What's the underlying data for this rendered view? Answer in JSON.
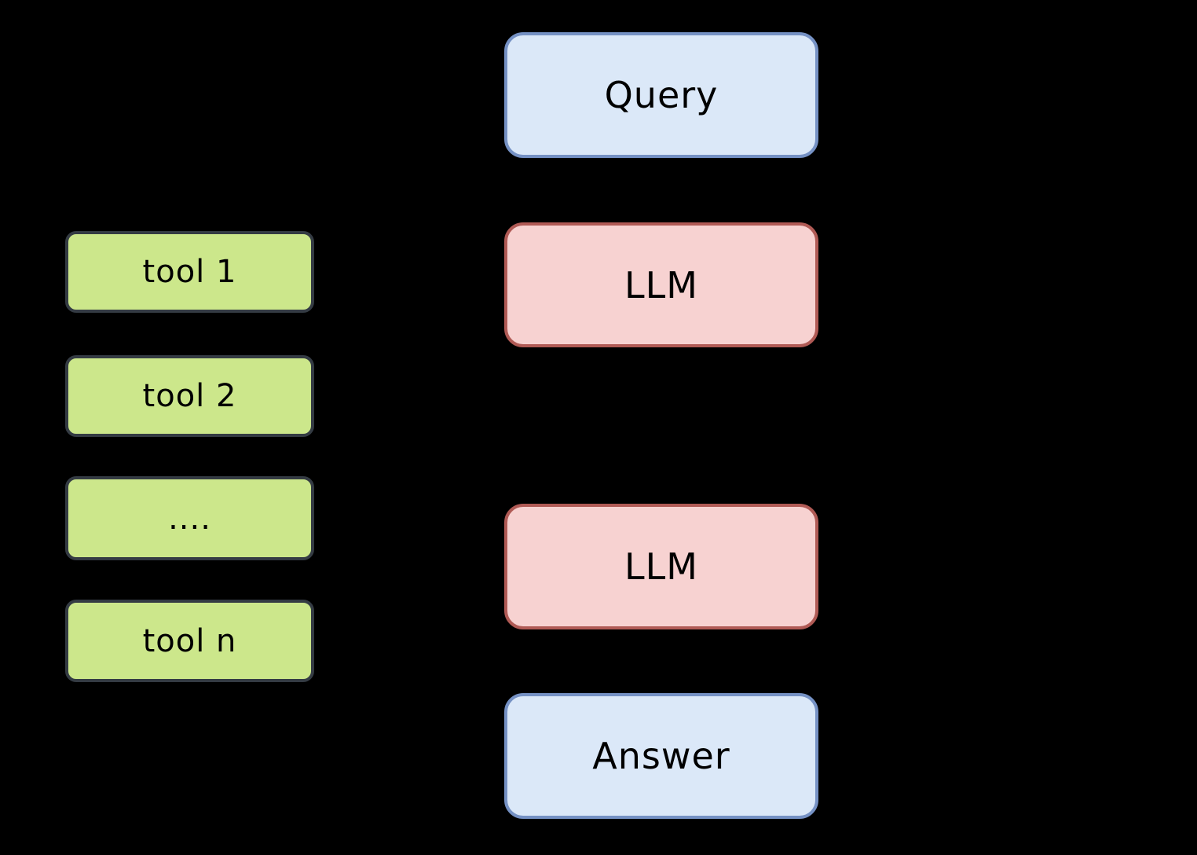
{
  "canvas": {
    "background": "#000000"
  },
  "colors": {
    "io_fill": "#dbe8f8",
    "io_border": "#7591c4",
    "llm_fill": "#f7d2d1",
    "llm_border": "#b05a55",
    "tool_fill": "#cce78b",
    "tool_border": "#343b43",
    "text": "#000000"
  },
  "flow": {
    "query": {
      "label": "Query"
    },
    "llm_top": {
      "label": "LLM"
    },
    "llm_bottom": {
      "label": "LLM"
    },
    "answer": {
      "label": "Answer"
    }
  },
  "tools": {
    "items": [
      {
        "label": "tool 1"
      },
      {
        "label": "tool 2"
      },
      {
        "label": "...."
      },
      {
        "label": "tool n"
      }
    ]
  }
}
